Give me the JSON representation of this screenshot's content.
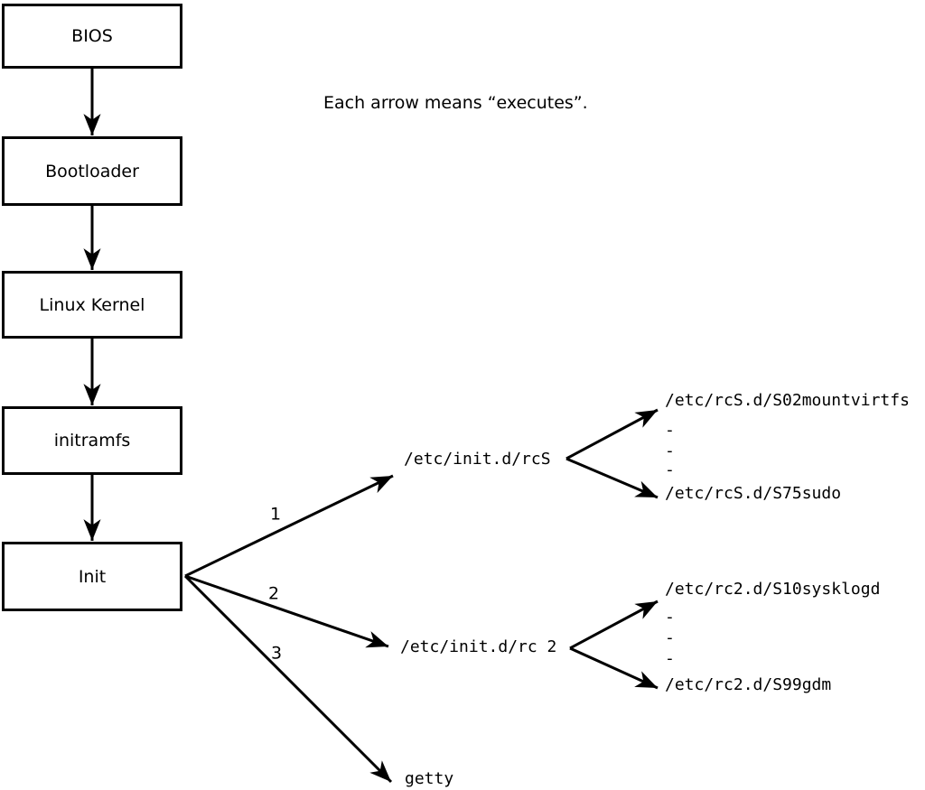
{
  "diagram": {
    "caption": "Each arrow means “executes”.",
    "boxes": [
      {
        "label": "BIOS"
      },
      {
        "label": "Bootloader"
      },
      {
        "label": "Linux Kernel"
      },
      {
        "label": "initramfs"
      },
      {
        "label": "Init"
      }
    ],
    "branch_labels": [
      "1",
      "2",
      "3"
    ],
    "targets": {
      "rcS": "/etc/init.d/rcS",
      "rc2": "/etc/init.d/rc 2",
      "getty": "getty"
    },
    "rcS_children": {
      "first": "/etc/rcS.d/S02mountvirtfs",
      "dots": [
        "-",
        "-",
        "-"
      ],
      "last": "/etc/rcS.d/S75sudo"
    },
    "rc2_children": {
      "first": "/etc/rc2.d/S10sysklogd",
      "dots": [
        "-",
        "-",
        "-"
      ],
      "last": "/etc/rc2.d/S99gdm"
    },
    "colors": {
      "line": "#000000",
      "background": "#ffffff"
    }
  }
}
